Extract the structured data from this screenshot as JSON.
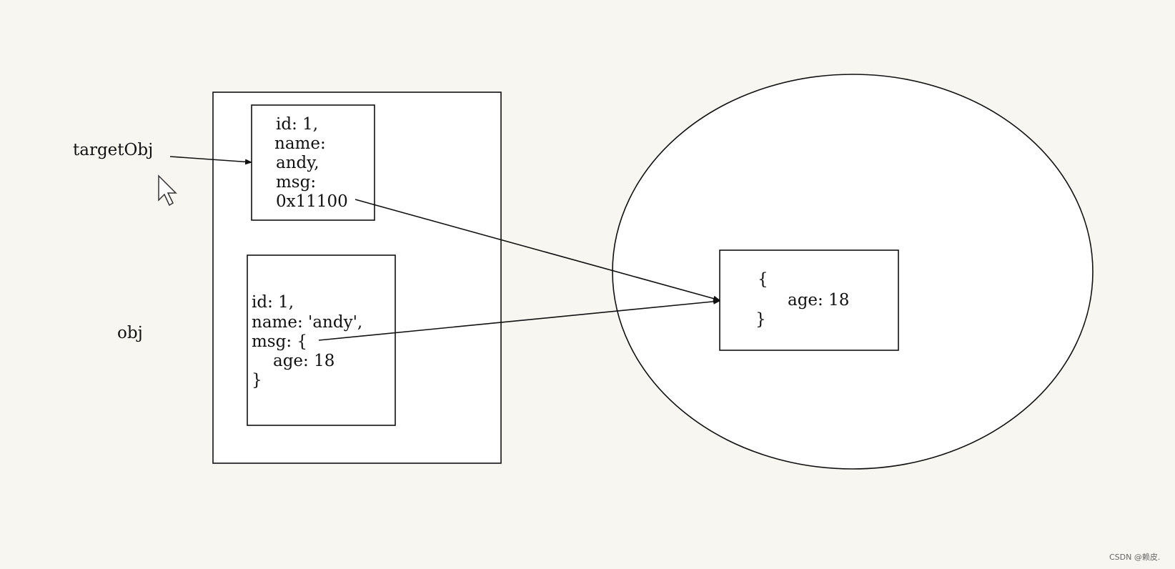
{
  "labels": {
    "target_obj": "targetObj",
    "obj": "obj"
  },
  "target_box": {
    "lines": [
      "id: 1,",
      "name:",
      "andy,",
      "msg:",
      "0x11100"
    ]
  },
  "obj_box": {
    "lines": [
      "id: 1,",
      "name: 'andy',",
      "msg: {",
      "age: 18",
      "}"
    ]
  },
  "heap_box": {
    "lines": [
      "{",
      "age: 18",
      "}"
    ]
  },
  "watermark": "CSDN @赖皮."
}
